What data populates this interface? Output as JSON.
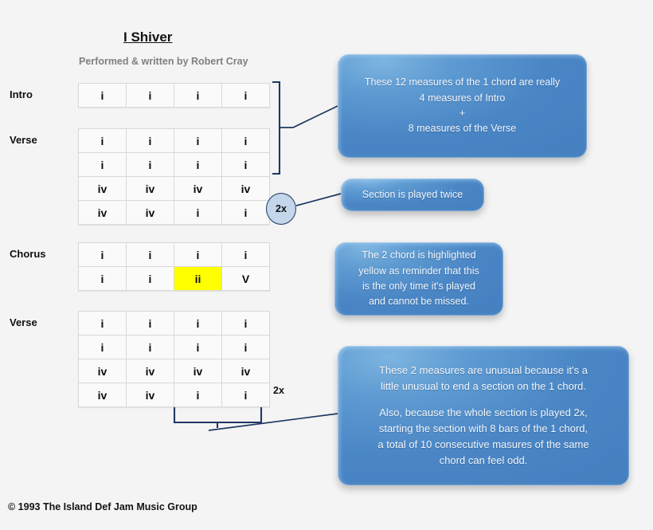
{
  "header": {
    "title": "I Shiver",
    "credit": "Performed & written by Robert Cray"
  },
  "footer": {
    "copyright": "© 1993 The Island Def Jam Music Group"
  },
  "colors": {
    "background": "#f4f4f4",
    "callout_blue": "#4a86c5",
    "callout_text": "#f2f6fb",
    "highlight_yellow": "#ffff00",
    "connector_navy": "#1f3864",
    "credit_gray": "#808080",
    "grid_border": "#d8d8d8",
    "grid_cell": "#fafafa"
  },
  "sections": [
    {
      "name": "intro",
      "label": "Intro",
      "rows": [
        [
          "i",
          "i",
          "i",
          "i"
        ]
      ],
      "highlight": []
    },
    {
      "name": "verse-1",
      "label": "Verse",
      "rows": [
        [
          "i",
          "i",
          "i",
          "i"
        ],
        [
          "i",
          "i",
          "i",
          "i"
        ],
        [
          "iv",
          "iv",
          "iv",
          "iv"
        ],
        [
          "iv",
          "iv",
          "i",
          "i"
        ]
      ],
      "highlight": []
    },
    {
      "name": "chorus",
      "label": "Chorus",
      "rows": [
        [
          "i",
          "i",
          "i",
          "i"
        ],
        [
          "i",
          "i",
          "ii",
          "V"
        ]
      ],
      "highlight": [
        [
          1,
          2
        ]
      ]
    },
    {
      "name": "verse-2",
      "label": "Verse",
      "rows": [
        [
          "i",
          "i",
          "i",
          "i"
        ],
        [
          "i",
          "i",
          "i",
          "i"
        ],
        [
          "iv",
          "iv",
          "iv",
          "iv"
        ],
        [
          "iv",
          "iv",
          "i",
          "i"
        ]
      ],
      "highlight": []
    }
  ],
  "markers": {
    "repeat_circle": "2x",
    "repeat_plain": "2x"
  },
  "callouts": {
    "intro_verse": {
      "lines": [
        "These 12 measures of the 1 chord are really",
        "4 measures of Intro",
        "+",
        "8 measures of the Verse"
      ]
    },
    "repeat": {
      "lines": [
        "Section is played twice"
      ]
    },
    "two_chord": {
      "lines": [
        "The  2 chord is highlighted",
        "yellow as reminder that this",
        "is the only time it's played",
        "and cannot be missed."
      ]
    },
    "ending": {
      "paragraph_1": [
        "These 2 measures are unusual because it's a",
        "little unusual to end a section on the 1 chord."
      ],
      "paragraph_2": [
        "Also, because the whole section is played 2x,",
        "starting the section with 8 bars of the 1 chord,",
        "a total of 10 consecutive masures of the same",
        "chord can feel odd."
      ]
    }
  }
}
